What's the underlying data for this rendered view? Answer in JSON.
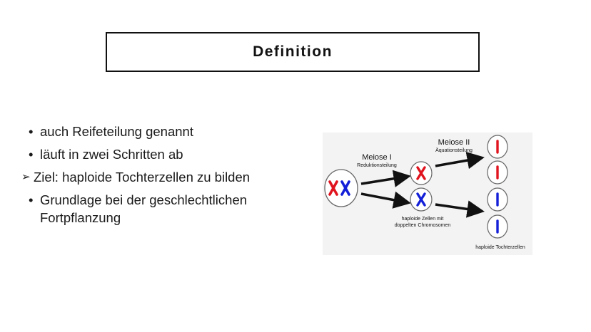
{
  "slide": {
    "title": "Definition",
    "bullets": [
      {
        "marker": "•",
        "text": "auch Reifeteilung genannt"
      },
      {
        "marker": "•",
        "text": "läuft in zwei Schritten ab"
      },
      {
        "marker": "➢",
        "text": "Ziel: haploide Tochterzellen zu bilden"
      },
      {
        "marker": "•",
        "text": "Grundlage bei der geschlechtlichen Fortpflanzung"
      }
    ]
  },
  "diagram": {
    "meiose1_title": "Meiose I",
    "meiose1_sub": "Reduktionsteilung",
    "meiose2_title": "Meiose II",
    "meiose2_sub": "Äquationsteilung",
    "haploid_label_1": "haploide Zellen mit",
    "haploid_label_2": "doppelten Chromosomen",
    "daughter_label": "haploide Tochterzellen",
    "colors": {
      "red": "#e0141e",
      "blue": "#1420d8",
      "arrow": "#111111"
    }
  }
}
